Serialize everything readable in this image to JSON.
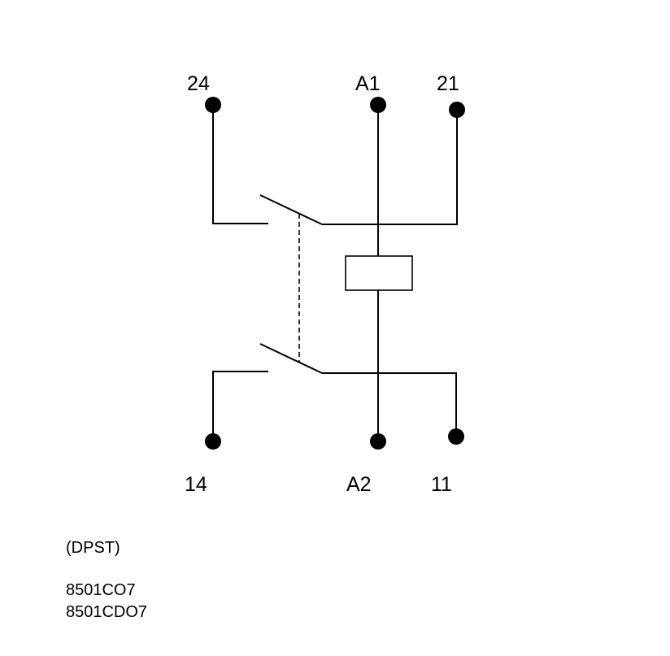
{
  "terminals": {
    "t24": "24",
    "ta1": "A1",
    "t21": "21",
    "t14": "14",
    "ta2": "A2",
    "t11": "11"
  },
  "notes": {
    "contact_type": "(DPST)",
    "models": [
      "8501CO7",
      "8501CDO7"
    ]
  }
}
